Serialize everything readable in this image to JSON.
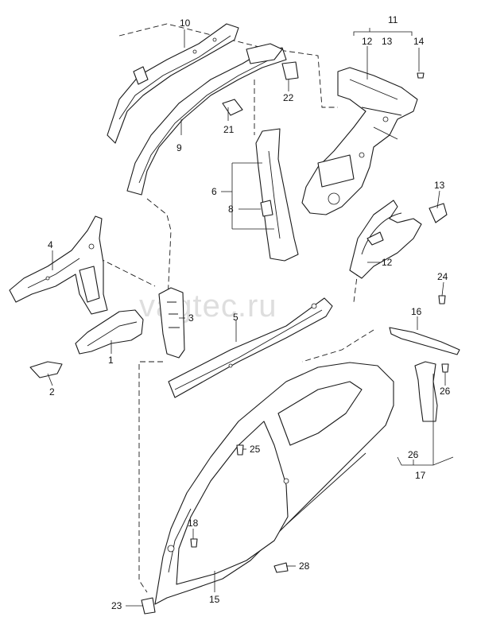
{
  "watermark": "vagtec.ru",
  "callouts": {
    "c1": "1",
    "c2": "2",
    "c3": "3",
    "c4": "4",
    "c5": "5",
    "c6": "6",
    "c8": "8",
    "c9": "9",
    "c10": "10",
    "c11": "11",
    "c12a": "12",
    "c12b": "12",
    "c13a": "13",
    "c13b": "13",
    "c14": "14",
    "c15": "15",
    "c16": "16",
    "c17": "17",
    "c18": "18",
    "c21": "21",
    "c22": "22",
    "c23": "23",
    "c24": "24",
    "c25": "25",
    "c26a": "26",
    "c26b": "26",
    "c28": "28"
  }
}
